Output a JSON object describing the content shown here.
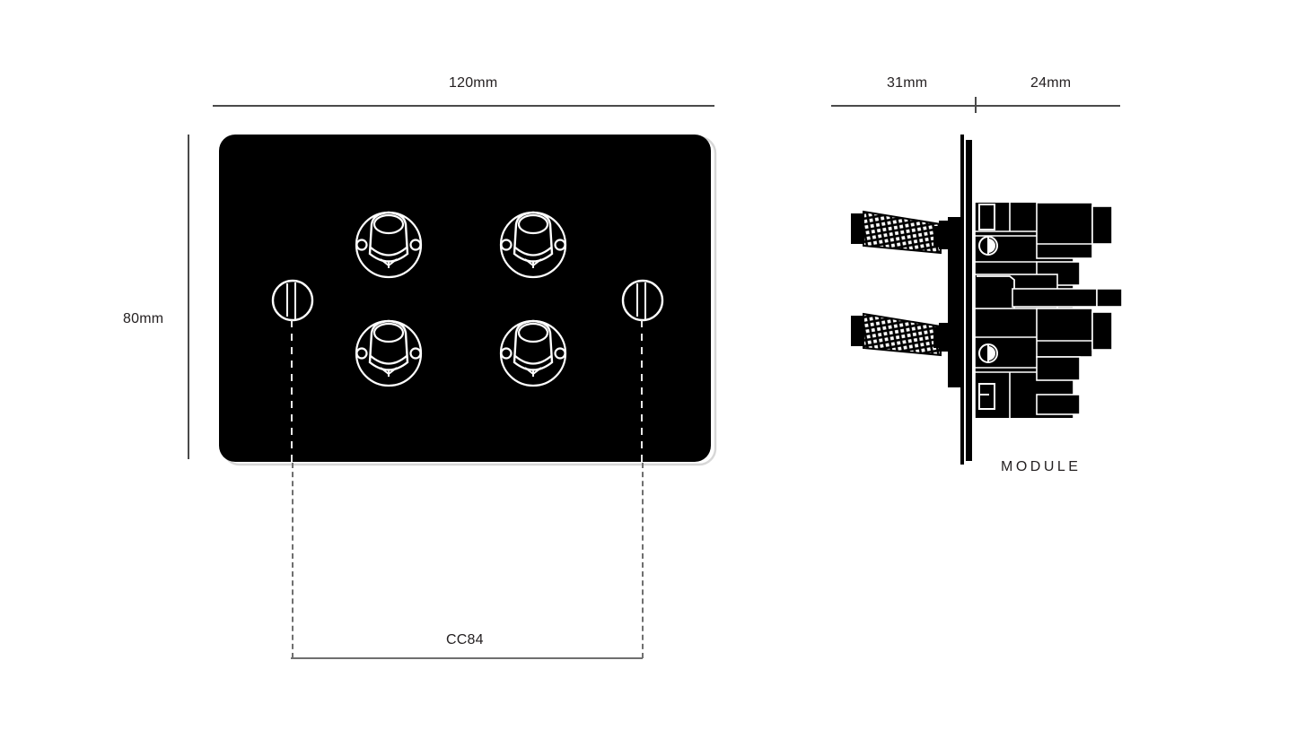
{
  "drawing": {
    "title": "Four knob switch plate technical drawing",
    "background_color": "#ffffff",
    "line_color": "#4a4a4a",
    "plate_color": "#000000",
    "detail_color": "#ffffff",
    "leader_color": "#6f6f6f"
  },
  "front_view": {
    "name": "front-elevation",
    "width_dimension": {
      "label": "120mm",
      "value": 120,
      "unit": "mm"
    },
    "height_dimension": {
      "label": "80mm",
      "value": 80,
      "unit": "mm"
    },
    "plate": {
      "shape": "rounded-rectangle",
      "fill": "#000000",
      "bezel_outline": "#d9d9d9"
    },
    "knobs": [
      {
        "id": "knob-top-left",
        "position": "top-left"
      },
      {
        "id": "knob-top-right",
        "position": "top-right"
      },
      {
        "id": "knob-bottom-left",
        "position": "bottom-left"
      },
      {
        "id": "knob-bottom-right",
        "position": "bottom-right"
      }
    ],
    "fixing_screws": [
      {
        "id": "screw-left",
        "type": "slotted",
        "position": "left"
      },
      {
        "id": "screw-right",
        "type": "slotted",
        "position": "right"
      }
    ],
    "fixing_centres": {
      "label": "CC84",
      "code": "CC84"
    }
  },
  "side_view": {
    "name": "side-elevation",
    "label": "MODULE",
    "depth_front": {
      "label": "31mm",
      "value": 31,
      "unit": "mm"
    },
    "depth_rear": {
      "label": "24mm",
      "value": 24,
      "unit": "mm"
    },
    "features": [
      {
        "id": "knurled-shaft-upper",
        "type": "knurled-knob-shaft"
      },
      {
        "id": "knurled-shaft-lower",
        "type": "knurled-knob-shaft"
      },
      {
        "id": "faceplate-edge",
        "type": "plate-profile"
      },
      {
        "id": "module-body-upper",
        "type": "module-housing"
      },
      {
        "id": "module-body-lower",
        "type": "module-housing"
      },
      {
        "id": "mounting-bracket",
        "type": "bracket-tab"
      }
    ]
  }
}
